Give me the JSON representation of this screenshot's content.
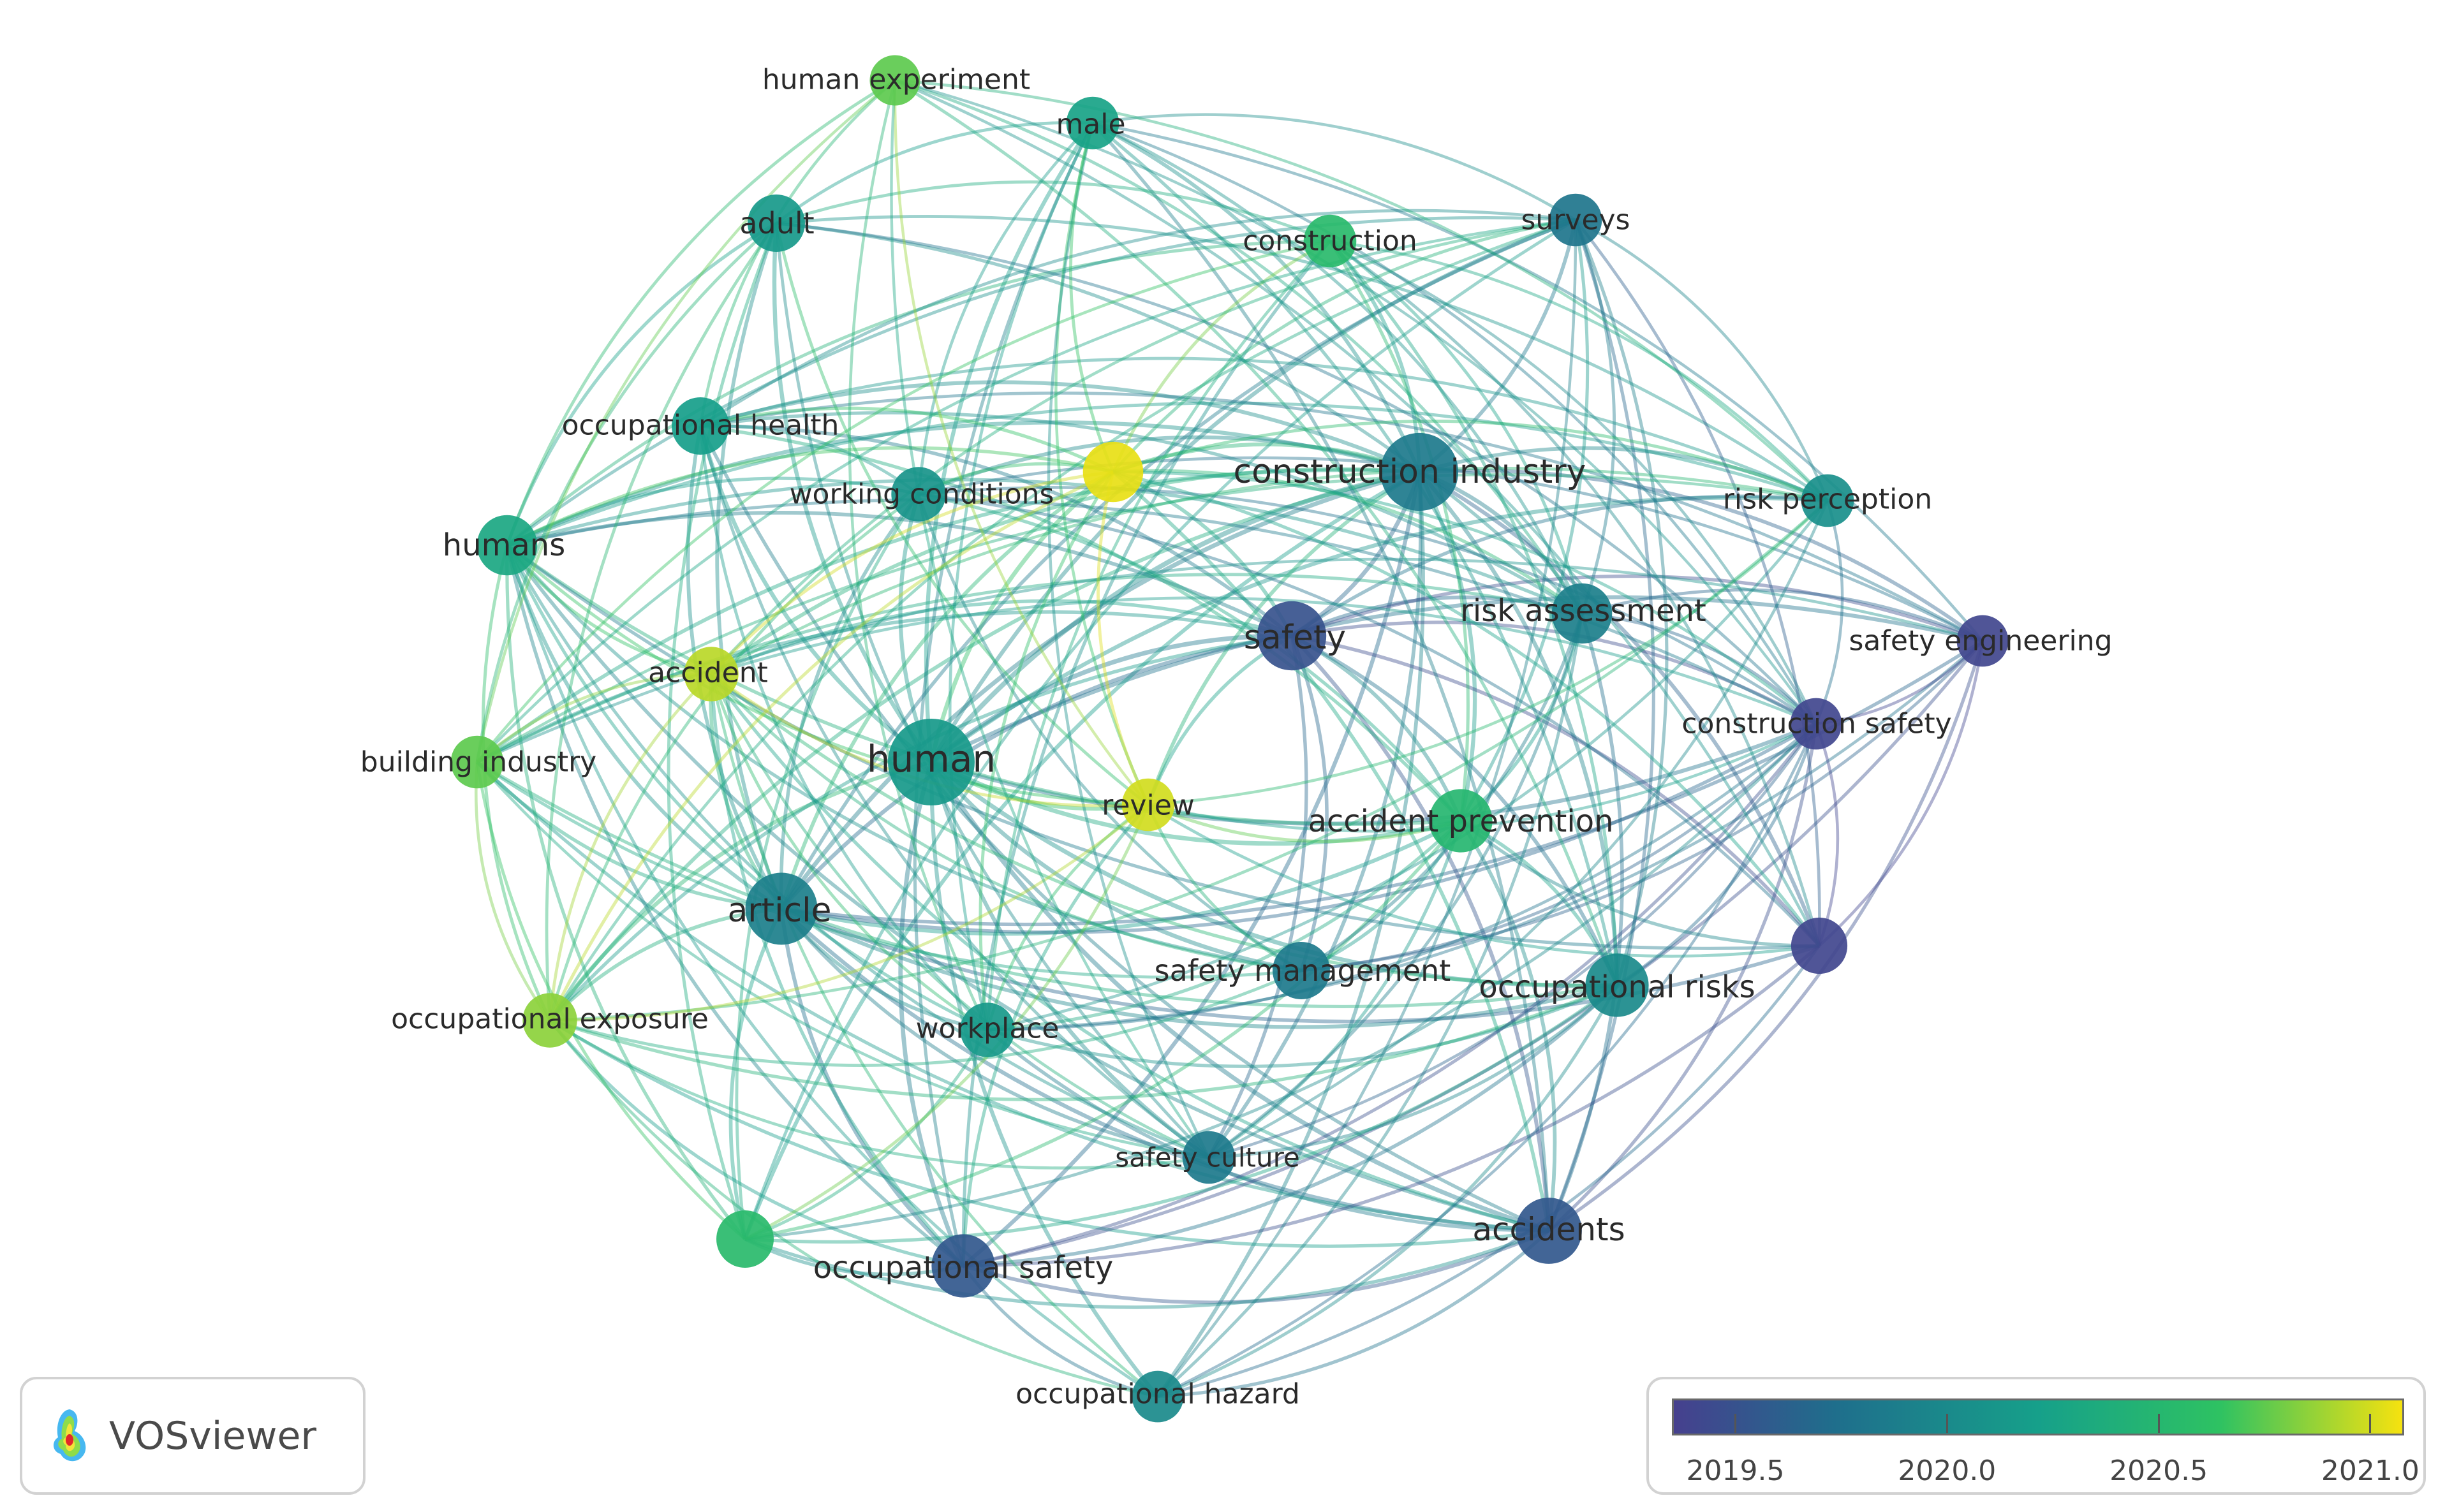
{
  "colors": {
    "viridis": [
      "#440154",
      "#3e4a89",
      "#26828e",
      "#1f9e89",
      "#35b779",
      "#6ece58",
      "#b5de2b",
      "#fde725"
    ],
    "gradient_from": "#46408e",
    "gradient_mid1": "#1f6e8c",
    "gradient_mid2": "#16a08a",
    "gradient_mid3": "#2ec262",
    "gradient_to": "#f6e20f"
  },
  "legend": {
    "min": 2019.35,
    "max": 2021.08,
    "ticks": [
      {
        "value": 2019.5,
        "label": "2019.5"
      },
      {
        "value": 2020.0,
        "label": "2020.0"
      },
      {
        "value": 2020.5,
        "label": "2020.5"
      },
      {
        "value": 2021.0,
        "label": "2021.0"
      }
    ]
  },
  "brand": {
    "name": "VOSviewer",
    "logo_icon": "vosviewer-density-logo-icon"
  },
  "nodes": [
    {
      "id": "human",
      "label": "human",
      "year": 2020.15,
      "weight": 1.0
    },
    {
      "id": "construction-industry",
      "label": "construction industry",
      "year": 2019.85,
      "weight": 0.85
    },
    {
      "id": "article",
      "label": "article",
      "year": 2019.9,
      "weight": 0.75
    },
    {
      "id": "safety",
      "label": "safety",
      "year": 2019.5,
      "weight": 0.7
    },
    {
      "id": "accidents",
      "label": "accidents",
      "year": 2019.55,
      "weight": 0.65
    },
    {
      "id": "occupational-safety",
      "label": "occupational safety",
      "year": 2019.55,
      "weight": 0.6
    },
    {
      "id": "occupational-risks",
      "label": "occupational risks",
      "year": 2020.0,
      "weight": 0.6
    },
    {
      "id": "accident-prevention",
      "label": "accident prevention",
      "year": 2020.5,
      "weight": 0.6
    },
    {
      "id": "risk-assessment",
      "label": "risk assessment",
      "year": 2019.9,
      "weight": 0.55
    },
    {
      "id": "humans",
      "label": "humans",
      "year": 2020.3,
      "weight": 0.55
    },
    {
      "id": "safety-management",
      "label": "safety management",
      "year": 2019.85,
      "weight": 0.5
    },
    {
      "id": "occupational-health",
      "label": "occupational health",
      "year": 2020.2,
      "weight": 0.5
    },
    {
      "id": "adult",
      "label": "adult",
      "year": 2020.15,
      "weight": 0.5
    },
    {
      "id": "workplace",
      "label": "workplace",
      "year": 2020.15,
      "weight": 0.45
    },
    {
      "id": "working-conditions",
      "label": "working conditions",
      "year": 2020.1,
      "weight": 0.45
    },
    {
      "id": "male",
      "label": "male",
      "year": 2020.25,
      "weight": 0.42
    },
    {
      "id": "construction",
      "label": "construction",
      "year": 2020.55,
      "weight": 0.42
    },
    {
      "id": "surveys",
      "label": "surveys",
      "year": 2019.8,
      "weight": 0.42
    },
    {
      "id": "risk-perception",
      "label": "risk perception",
      "year": 2020.05,
      "weight": 0.42
    },
    {
      "id": "safety-engineering",
      "label": "safety engineering",
      "year": 2019.4,
      "weight": 0.4
    },
    {
      "id": "construction-safety",
      "label": "construction safety",
      "year": 2019.4,
      "weight": 0.4
    },
    {
      "id": "accident",
      "label": "accident",
      "year": 2020.95,
      "weight": 0.45
    },
    {
      "id": "building-industry",
      "label": "building industry",
      "year": 2020.75,
      "weight": 0.42
    },
    {
      "id": "occupational-exposure",
      "label": "occupational exposure",
      "year": 2020.85,
      "weight": 0.45
    },
    {
      "id": "review",
      "label": "review",
      "year": 2021.0,
      "weight": 0.42
    },
    {
      "id": "human-experiment",
      "label": "human experiment",
      "year": 2020.75,
      "weight": 0.38
    },
    {
      "id": "safety-culture",
      "label": "safety culture",
      "year": 2019.85,
      "weight": 0.42
    },
    {
      "id": "occupational-hazard",
      "label": "occupational hazard",
      "year": 2020.0,
      "weight": 0.4
    },
    {
      "id": "unlabeled-yellow",
      "label": "",
      "year": 2021.05,
      "weight": 0.55
    },
    {
      "id": "unlabeled-green",
      "label": "",
      "year": 2020.55,
      "weight": 0.5
    },
    {
      "id": "unlabeled-purple",
      "label": "",
      "year": 2019.4,
      "weight": 0.48
    }
  ]
}
